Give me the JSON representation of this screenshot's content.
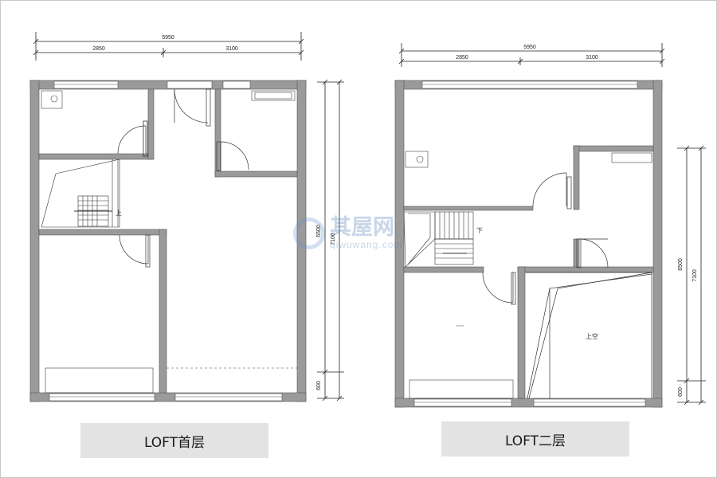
{
  "plans": [
    {
      "name": "LOFT首层",
      "overall_width": "5950",
      "segments": [
        "2850",
        "3100"
      ],
      "height_total": "7100",
      "height_main": "6500",
      "height_bottom": "600",
      "stair_label": "上"
    },
    {
      "name": "LOFT二层",
      "overall_width": "5950",
      "segments": [
        "2850",
        "3100"
      ],
      "height_total": "7100",
      "height_main": "6500",
      "height_bottom": "600",
      "stair_label": "下",
      "void_label": "上空"
    }
  ],
  "watermark": {
    "title": "其屋网",
    "subtitle": "qiwuwang.com"
  }
}
